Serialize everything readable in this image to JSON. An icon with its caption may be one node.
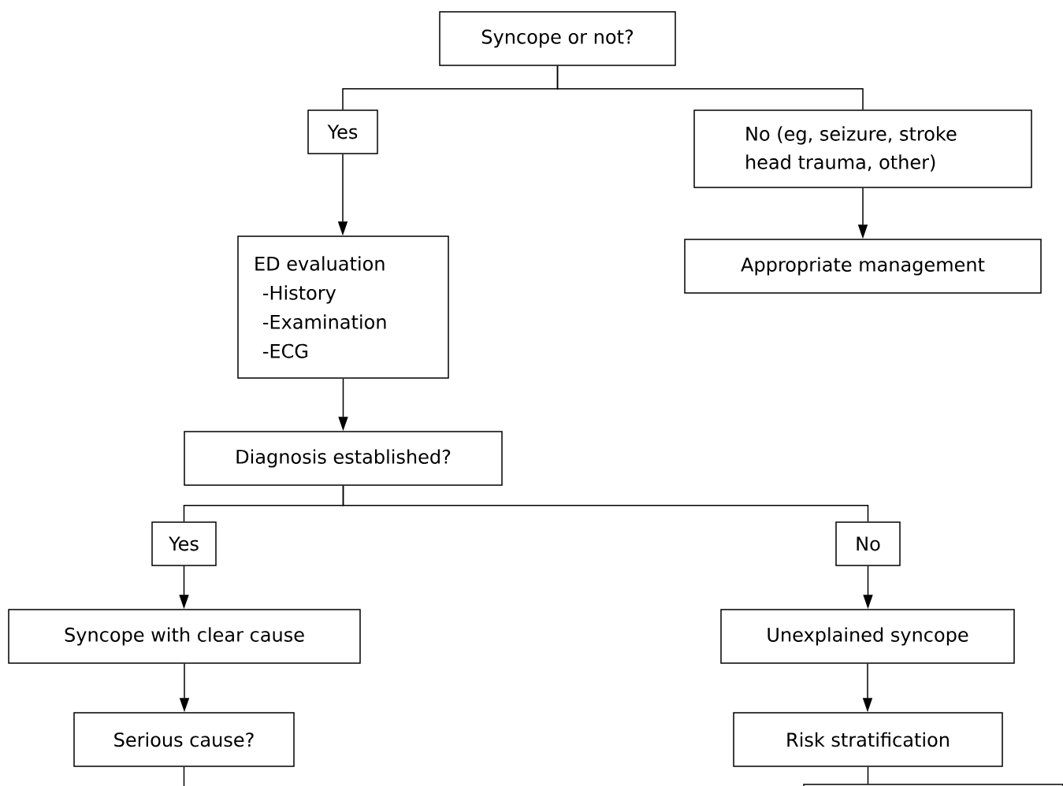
{
  "diagram": {
    "nodes": [
      {
        "text": [
          "Syncope or not?"
        ]
      },
      {
        "text": [
          "Yes"
        ]
      },
      {
        "text": [
          "No (eg, seizure, stroke head trauma, other)"
        ]
      },
      {
        "text": [
          "ED evaluation",
          "-History",
          "-Examination",
          "-ECG"
        ]
      },
      {
        "text": [
          "Appropriate management"
        ]
      },
      {
        "text": [
          "Diagnosis established?"
        ]
      },
      {
        "text": [
          "Yes"
        ]
      },
      {
        "text": [
          "No"
        ]
      },
      {
        "text": [
          "Syncope with clear cause"
        ]
      },
      {
        "text": [
          "Unexplained syncope"
        ]
      },
      {
        "text": [
          "Serious cause?"
        ]
      },
      {
        "text": [
          "Risk stratification"
        ]
      },
      {
        "text": [],
        "shape": "box"
      }
    ],
    "edges": [
      {
        "from": 0,
        "to": 1,
        "arrow": "none"
      },
      {
        "from": 0,
        "to": 2,
        "arrow": "none"
      },
      {
        "from": 1,
        "to": 3,
        "arrow": "to"
      },
      {
        "from": 2,
        "to": 4,
        "arrow": "to"
      },
      {
        "from": 3,
        "to": 5,
        "arrow": "to"
      },
      {
        "from": 5,
        "to": 6,
        "arrow": "none"
      },
      {
        "from": 5,
        "to": 7,
        "arrow": "none"
      },
      {
        "from": 6,
        "to": 8,
        "arrow": "to"
      },
      {
        "from": 7,
        "to": 9,
        "arrow": "to"
      },
      {
        "from": 8,
        "to": 10,
        "arrow": "to"
      },
      {
        "from": 9,
        "to": 11,
        "arrow": "to"
      },
      {
        "from": 10,
        "to": null,
        "arrow": "none"
      },
      {
        "from": 11,
        "to": 12,
        "arrow": "none"
      }
    ]
  }
}
